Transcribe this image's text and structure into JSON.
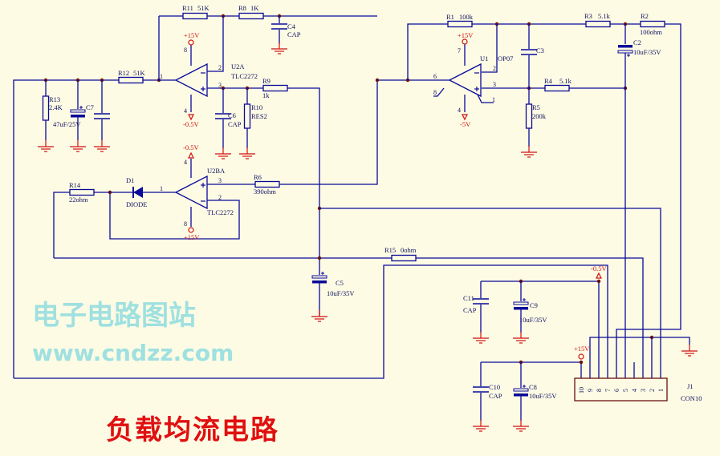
{
  "title": "负载均流电路",
  "watermark": {
    "cn": "电子电路图站",
    "url": "www.cndzz.com"
  },
  "colors": {
    "wire": "#0a0a9a",
    "power": "#d01010",
    "node": "#6a1010",
    "title": "#e01010",
    "background": "#fdfbe4"
  },
  "power": {
    "pos15": "+15V",
    "neg05": "-0.5V",
    "neg5": "-5V"
  },
  "components": {
    "R11": {
      "ref": "R11",
      "value": "51K"
    },
    "R8": {
      "ref": "R8",
      "value": "1K"
    },
    "C4": {
      "ref": "C4",
      "value": "CAP"
    },
    "R12": {
      "ref": "R12",
      "value": "51K"
    },
    "R13": {
      "ref": "R13",
      "value": "2.4K"
    },
    "C7": {
      "ref": "C7",
      "value": "47uF/25V"
    },
    "U2A": {
      "ref": "U2A",
      "value": "TLC2272"
    },
    "R9": {
      "ref": "R9",
      "value": "1k"
    },
    "C6": {
      "ref": "C6",
      "value": "CAP"
    },
    "R10": {
      "ref": "R10",
      "value": "RES2"
    },
    "U2BA": {
      "ref": "U2BA",
      "value": "TLC2272"
    },
    "R6": {
      "ref": "R6",
      "value": "390ohm"
    },
    "D1": {
      "ref": "D1",
      "value": "DIODE"
    },
    "R14": {
      "ref": "R14",
      "value": "22ohm"
    },
    "R1": {
      "ref": "R1",
      "value": "100k"
    },
    "U1": {
      "ref": "U1",
      "value": "OP07"
    },
    "C3": {
      "ref": "C3"
    },
    "R3": {
      "ref": "R3",
      "value": "5.1k"
    },
    "R2": {
      "ref": "R2",
      "value": "100ohm"
    },
    "C2": {
      "ref": "C2",
      "value": "10uF/35V"
    },
    "R4": {
      "ref": "R4",
      "value": "5.1k"
    },
    "R5": {
      "ref": "R5",
      "value": "200k"
    },
    "R15": {
      "ref": "R15",
      "value": "0ohm"
    },
    "C5": {
      "ref": "C5",
      "value": "10uF/35V"
    },
    "C11": {
      "ref": "C11",
      "value": "CAP"
    },
    "C9": {
      "ref": "C9",
      "value": "10uF/35V"
    },
    "C10": {
      "ref": "C10",
      "value": "CAP"
    },
    "C8": {
      "ref": "C8",
      "value": "10uF/35V"
    },
    "J1": {
      "ref": "J1",
      "value": "CON10"
    }
  },
  "pins": {
    "u2a": [
      "1",
      "2",
      "3",
      "8",
      "4"
    ],
    "u2ba": [
      "1",
      "2",
      "3",
      "4",
      "8"
    ],
    "u1": [
      "6",
      "2",
      "3",
      "7",
      "4",
      "8",
      "1"
    ],
    "j1": [
      "10",
      "9",
      "8",
      "7",
      "6",
      "5",
      "4",
      "3",
      "2",
      "1"
    ]
  }
}
